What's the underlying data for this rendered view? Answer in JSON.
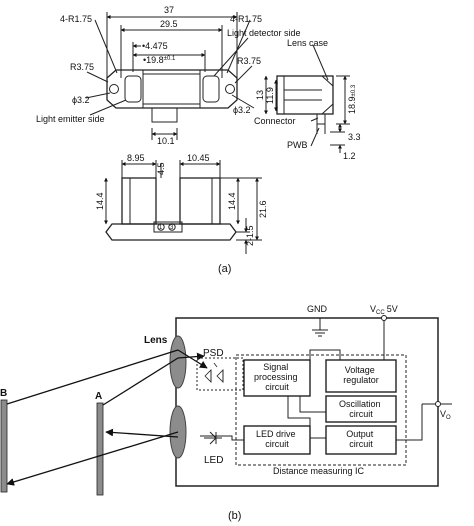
{
  "figure_a": {
    "caption": "(a)",
    "dims_top": {
      "overall_width": "37",
      "mount_pitch": "29.5",
      "hole_radius_left": "4-R1.75",
      "hole_radius_right": "4-R1.75",
      "lens_offset": "•4.475",
      "lens_pitch": "•19.8",
      "lens_pitch_tol": "±0.1",
      "radius_left": "R3.75",
      "radius_right": "R3.75",
      "hole_dia_left": "ϕ3.2",
      "hole_dia_right": "ϕ3.2",
      "connector_width": "10.1",
      "body_height_13": "13",
      "body_height_11_9": "11.9",
      "side_height": "18.9",
      "side_height_tol": "±0.3",
      "connector_depth": "3.3",
      "pwb_thickness": "1.2"
    },
    "labels_top": {
      "light_detector_side": "Light detector side",
      "light_emitter_side": "Light emitter side",
      "lens_case": "Lens case",
      "connector": "Connector",
      "pwb": "PWB"
    },
    "dims_bottom": {
      "left_width": "8.95",
      "gap": "4.5",
      "right_width": "10.45",
      "height_14_4_left": "14.4",
      "height_14_4_right": "14.4",
      "height_21_6": "21.6",
      "height_2_1_5": "2-1.5",
      "pin1": "1",
      "pin3": "3"
    }
  },
  "figure_b": {
    "caption": "(b)",
    "labels": {
      "object_b": "B",
      "object_a": "A",
      "lens": "Lens",
      "psd": "PSD",
      "led": "LED",
      "gnd": "GND",
      "vcc": "V",
      "vcc_sub": "CC",
      "vcc_value": "5V",
      "vo": "V",
      "vo_sub": "O",
      "ic_name": "Distance measuring IC"
    },
    "blocks": {
      "signal_processing": [
        "Signal",
        "processing",
        "circuit"
      ],
      "voltage_regulator": [
        "Voltage",
        "regulator"
      ],
      "oscillation": [
        "Oscillation",
        "circuit"
      ],
      "led_drive": [
        "LED drive",
        "circuit"
      ],
      "output": [
        "Output",
        "circuit"
      ]
    }
  }
}
